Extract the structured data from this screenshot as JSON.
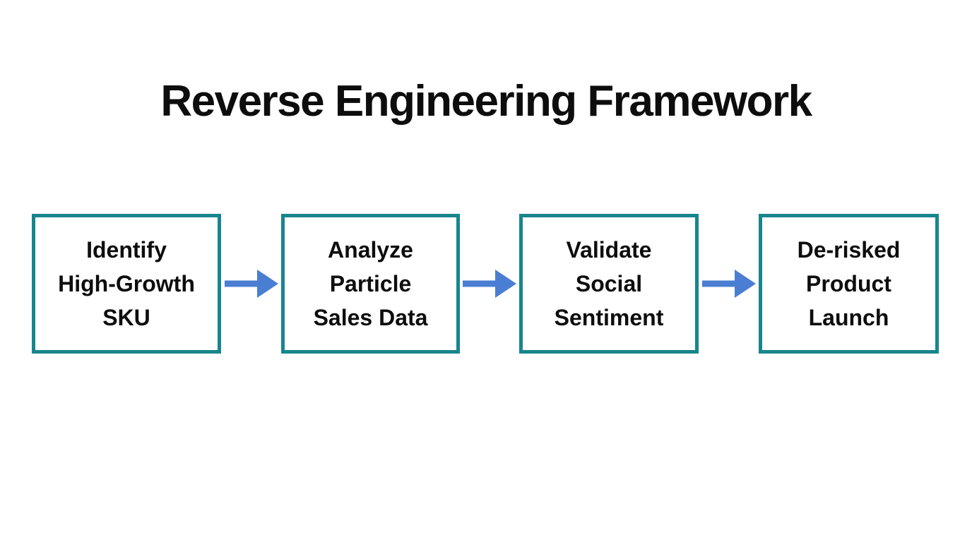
{
  "slide": {
    "title": "Reverse Engineering Framework"
  },
  "flow": {
    "steps": [
      {
        "label": "Identify\nHigh-Growth\nSKU"
      },
      {
        "label": "Analyze\nParticle\nSales Data"
      },
      {
        "label": "Validate\nSocial\nSentiment"
      },
      {
        "label": "De-risked\nProduct\nLaunch"
      }
    ],
    "arrow_icon": "right-arrow"
  },
  "colors": {
    "background": "#ffffff",
    "box_border": "#17868c",
    "arrow": "#4a7ed2",
    "text": "#0d0d0d"
  }
}
